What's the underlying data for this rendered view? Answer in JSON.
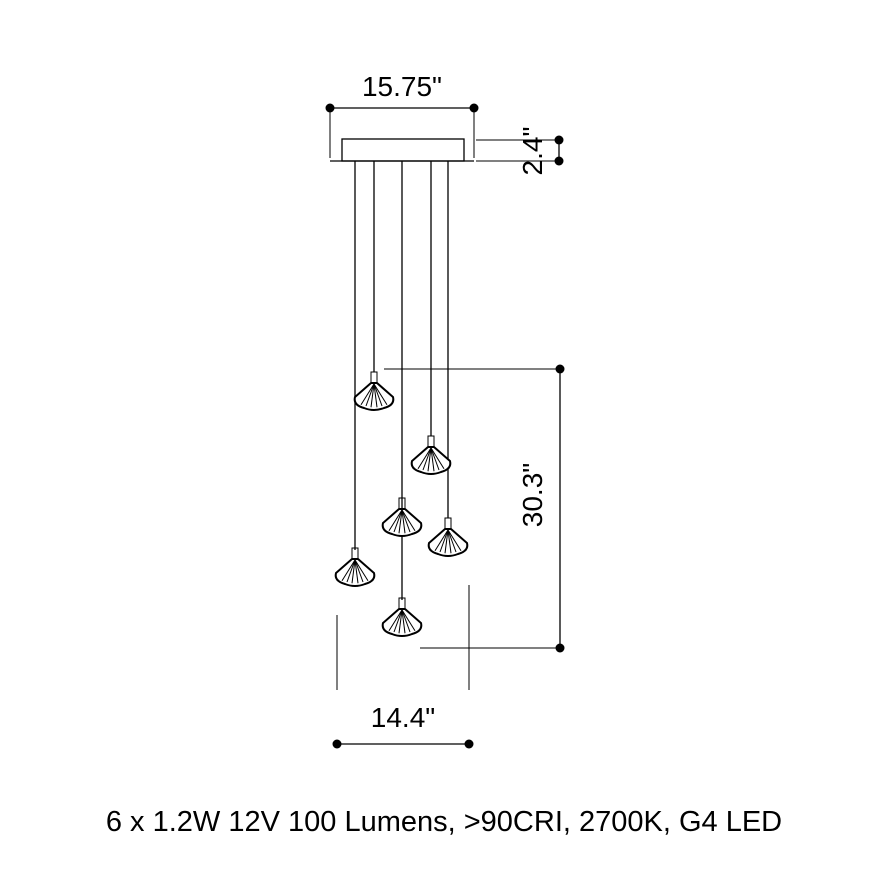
{
  "drawing": {
    "canopy_width_label": "15.75\"",
    "canopy_height_label": "2.4\"",
    "drop_length_label": "30.3\"",
    "cluster_width_label": "14.4\"",
    "pendant_count": 6
  },
  "specification": {
    "text": "6 x 1.2W 12V 100 Lumens, >90CRI, 2700K, G4 LED"
  }
}
